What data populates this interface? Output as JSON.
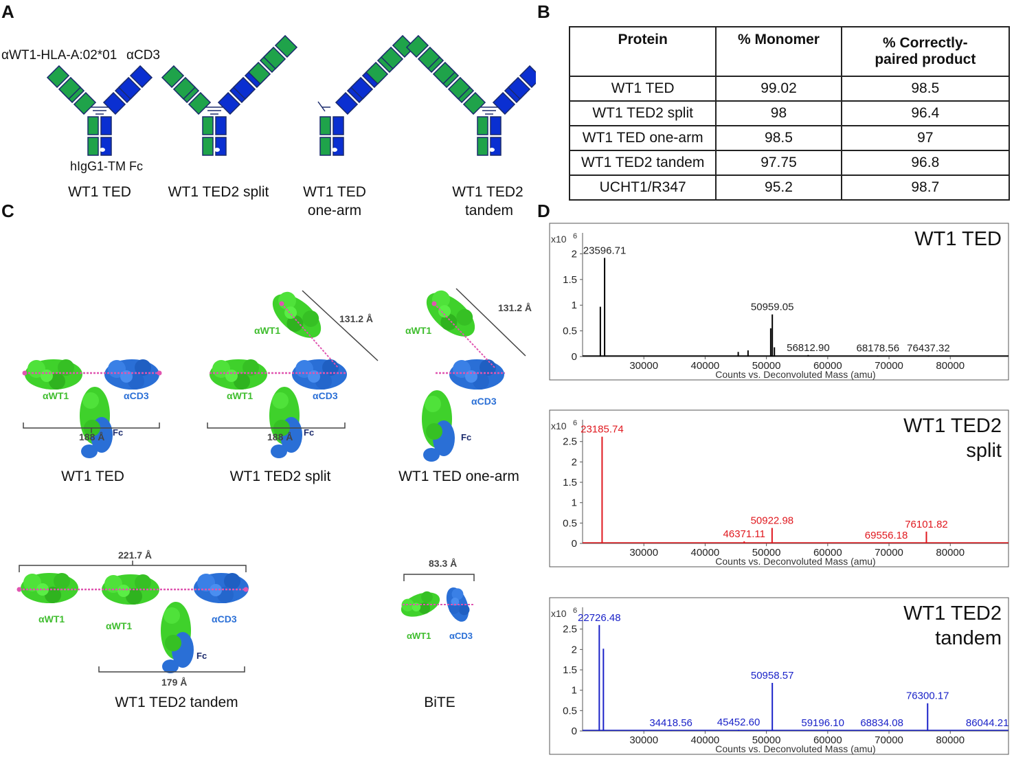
{
  "panel_letters": {
    "a": "A",
    "b": "B",
    "c": "C",
    "d": "D"
  },
  "panel_a": {
    "label_awt1": "αWT1-HLA-A:02*01",
    "label_acd3": "αCD3",
    "label_fc": "hIgG1-TM  Fc",
    "constructs": [
      {
        "line1": "WT1 TED",
        "line2": ""
      },
      {
        "line1": "WT1 TED2 split",
        "line2": ""
      },
      {
        "line1": "WT1 TED",
        "line2": "one-arm"
      },
      {
        "line1": "WT1 TED2",
        "line2": "tandem"
      }
    ],
    "colors": {
      "green": "#1fa34a",
      "blue": "#0a2fd1",
      "outline": "#1a2a6c"
    }
  },
  "panel_b": {
    "headers": [
      "Protein",
      "% Monomer",
      "% Correctly-paired product"
    ],
    "rows": [
      [
        "WT1 TED",
        "99.02",
        "98.5"
      ],
      [
        "WT1 TED2 split",
        "98",
        "96.4"
      ],
      [
        "WT1 TED one-arm",
        "98.5",
        "97"
      ],
      [
        "WT1 TED2 tandem",
        "97.75",
        "96.8"
      ],
      [
        "UCHT1/R347",
        "95.2",
        "98.7"
      ]
    ]
  },
  "panel_c": {
    "labels": {
      "awt1": "αWT1",
      "acd3": "αCD3",
      "fc": "Fc",
      "d188": "188 Å",
      "d131": "131.2 Å",
      "d221": "221.7 Å",
      "d179": "179 Å",
      "d83": "83.3 Å"
    },
    "titles": [
      "WT1 TED",
      "WT1 TED2 split",
      "WT1 TED one-arm",
      "WT1 TED2 tandem",
      "BiTE"
    ],
    "colors": {
      "green": "#3fd12b",
      "blue": "#2a6fd6",
      "pink": "#e055b0"
    }
  },
  "panel_d": {
    "multiplier_label": "x10",
    "multiplier_exp": "6",
    "xlabel": "Counts vs. Deconvoluted Mass (amu)",
    "x_ticks": [
      "30000",
      "40000",
      "50000",
      "60000",
      "70000",
      "80000"
    ]
  },
  "chart_data": [
    {
      "type": "line",
      "title": "WT1 TED",
      "xlabel": "Counts vs. Deconvoluted Mass (amu)",
      "ylabel": "x10 6",
      "xlim": [
        20000,
        89500
      ],
      "ylim": [
        0,
        2.3
      ],
      "y_ticks": [
        "0",
        "0.5",
        "1",
        "1.5",
        "2"
      ],
      "color": "#000000",
      "peaks": [
        {
          "x": 22900,
          "y": 0.97
        },
        {
          "x": 23596.71,
          "y": 1.92,
          "label": "23596.71"
        },
        {
          "x": 45400,
          "y": 0.09
        },
        {
          "x": 47000,
          "y": 0.12
        },
        {
          "x": 50700,
          "y": 0.55
        },
        {
          "x": 50959.05,
          "y": 0.82,
          "label": "50959.05"
        },
        {
          "x": 51300,
          "y": 0.18
        },
        {
          "x": 56812.9,
          "y": 0.03,
          "label": "56812.90"
        },
        {
          "x": 68178.56,
          "y": 0.02,
          "label": "68178.56"
        },
        {
          "x": 76437.32,
          "y": 0.02,
          "label": "76437.32"
        }
      ]
    },
    {
      "type": "line",
      "title": "WT1 TED2 split",
      "title_lines": [
        "WT1 TED2",
        "split"
      ],
      "xlabel": "Counts vs. Deconvoluted Mass (amu)",
      "ylabel": "x10 6",
      "xlim": [
        20000,
        89500
      ],
      "ylim": [
        0,
        2.9
      ],
      "y_ticks": [
        "0",
        "0.5",
        "1",
        "1.5",
        "2",
        "2.5"
      ],
      "color": "#e0181e",
      "peaks": [
        {
          "x": 23185.74,
          "y": 2.62,
          "label": "23185.74"
        },
        {
          "x": 46371.11,
          "y": 0.05,
          "label": "46371.11"
        },
        {
          "x": 50922.98,
          "y": 0.38,
          "label": "50922.98"
        },
        {
          "x": 69556.18,
          "y": 0.02,
          "label": "69556.18"
        },
        {
          "x": 76101.82,
          "y": 0.29,
          "label": "76101.82"
        }
      ]
    },
    {
      "type": "line",
      "title": "WT1 TED2 tandem",
      "title_lines": [
        "WT1 TED2",
        "tandem"
      ],
      "xlabel": "Counts vs. Deconvoluted Mass (amu)",
      "ylabel": "x10 6",
      "xlim": [
        20000,
        89500
      ],
      "ylim": [
        0,
        2.9
      ],
      "y_ticks": [
        "0",
        "0.5",
        "1",
        "1.5",
        "2",
        "2.5"
      ],
      "color": "#1a22c8",
      "peaks": [
        {
          "x": 22726.48,
          "y": 2.6,
          "label": "22726.48"
        },
        {
          "x": 23400,
          "y": 2.02
        },
        {
          "x": 34418.56,
          "y": 0.02,
          "label": "34418.56"
        },
        {
          "x": 45452.6,
          "y": 0.03,
          "label": "45452.60"
        },
        {
          "x": 50958.57,
          "y": 1.18,
          "label": "50958.57"
        },
        {
          "x": 59196.1,
          "y": 0.02,
          "label": "59196.10"
        },
        {
          "x": 68834.08,
          "y": 0.02,
          "label": "68834.08"
        },
        {
          "x": 76300.17,
          "y": 0.68,
          "label": "76300.17"
        },
        {
          "x": 86044.21,
          "y": 0.02,
          "label": "86044.21"
        }
      ]
    }
  ]
}
